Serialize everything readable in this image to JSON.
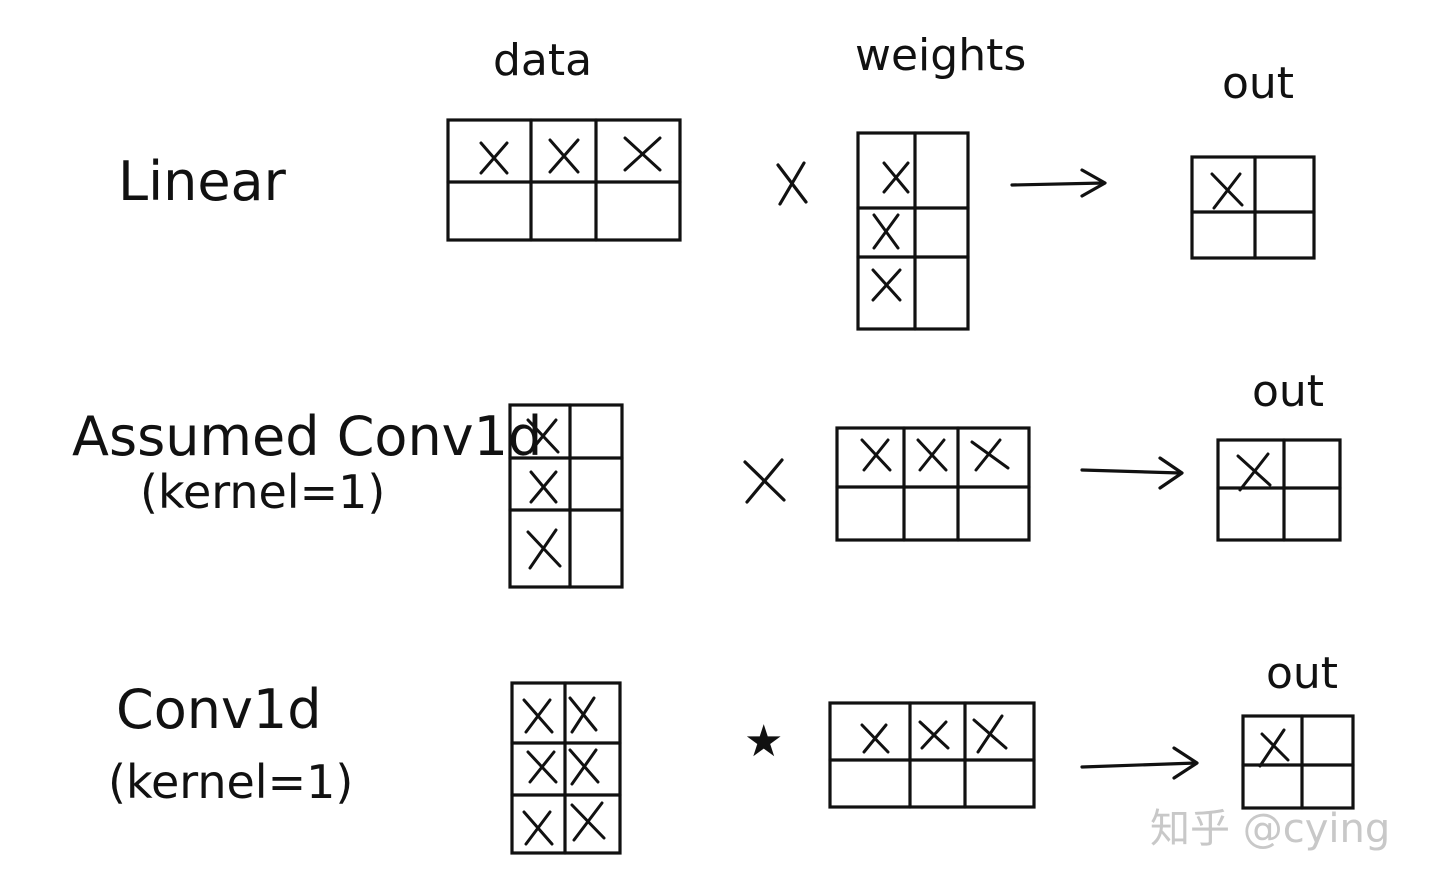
{
  "columns": {
    "data": "data",
    "weights": "weights",
    "out": "out"
  },
  "rows": [
    {
      "title": "Linear",
      "subtitle": "",
      "operator": "×",
      "out_label": "out"
    },
    {
      "title": "Assumed Conv1d",
      "subtitle": "(kernel=1)",
      "operator": "×",
      "out_label": "out"
    },
    {
      "title": "Conv1d",
      "subtitle": "(kernel=1)",
      "operator": "★",
      "out_label": "out"
    }
  ],
  "cell_mark": "x",
  "watermark": "知乎 @cying"
}
